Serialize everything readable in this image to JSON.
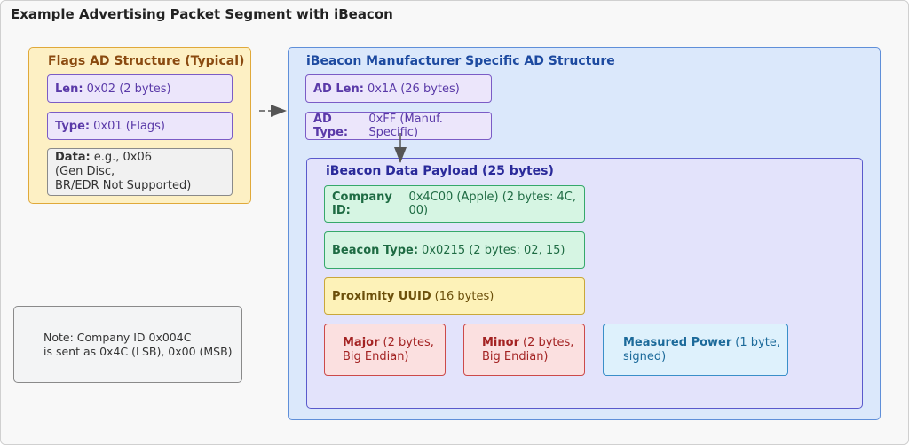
{
  "title": "Example Advertising Packet Segment with iBeacon",
  "flags": {
    "title": "Flags AD Structure (Typical)",
    "len_key": "Len:",
    "len_val": "0x02 (2 bytes)",
    "type_key": "Type:",
    "type_val": "0x01 (Flags)",
    "data_key": "Data:",
    "data_line1": "e.g., 0x06",
    "data_line2": "(Gen Disc,",
    "data_line3": "BR/EDR Not Supported)"
  },
  "note": {
    "line1": "Note: Company ID 0x004C",
    "line2": "is sent as 0x4C (LSB), 0x00 (MSB)"
  },
  "ibeacon": {
    "title": "iBeacon Manufacturer Specific AD Structure",
    "adlen_key": "AD Len:",
    "adlen_val": "0x1A (26 bytes)",
    "adtype_key": "AD Type:",
    "adtype_val": "0xFF (Manuf. Specific)",
    "payload": {
      "title": "iBeacon Data Payload (25 bytes)",
      "company_key": "Company ID:",
      "company_val": "0x4C00 (Apple) (2 bytes: 4C, 00)",
      "btype_key": "Beacon Type:",
      "btype_val": "0x0215 (2 bytes: 02, 15)",
      "uuid_key": "Proximity UUID",
      "uuid_val": "(16 bytes)",
      "major_key": "Major",
      "major_val1": "(2 bytes,",
      "major_val2": "Big Endian)",
      "minor_key": "Minor",
      "minor_val1": "(2 bytes,",
      "minor_val2": "Big Endian)",
      "power_key": "Measured Power",
      "power_val1": "(1 byte,",
      "power_val2": "signed)"
    }
  },
  "colors": {
    "flags_fill": "#fdf0c4",
    "flags_border": "#e0a93a",
    "ibeacon_fill": "#dbe8fb",
    "ibeacon_border": "#5f8fd9",
    "payload_fill": "#e3e3fb",
    "payload_border": "#5a5acc"
  }
}
